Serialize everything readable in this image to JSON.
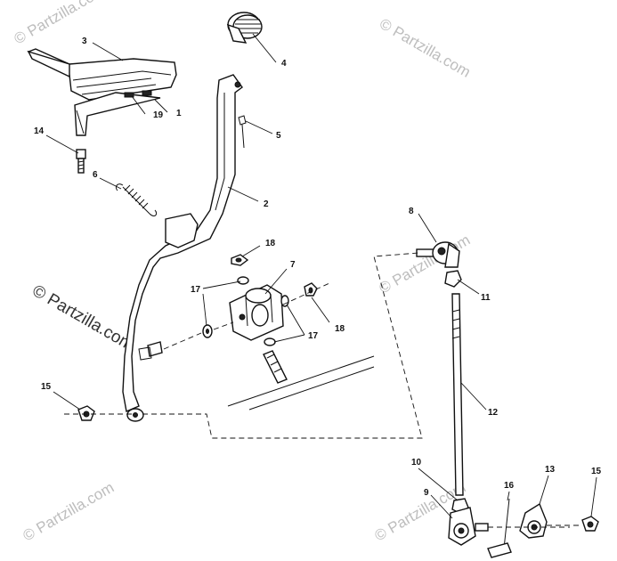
{
  "watermark": {
    "text": "© Partzilla.com",
    "color": "#bdbdbd",
    "main_color": "#333333"
  },
  "callouts": {
    "c1": "1",
    "c2": "2",
    "c3": "3",
    "c4": "4",
    "c5": "5",
    "c6": "6",
    "c7": "7",
    "c8": "8",
    "c9": "9",
    "c10": "10",
    "c11": "11",
    "c12": "12",
    "c13": "13",
    "c14": "14",
    "c15a": "15",
    "c15b": "15",
    "c16": "16",
    "c17a": "17",
    "c17b": "17",
    "c18a": "18",
    "c18b": "18",
    "c19": "19"
  }
}
